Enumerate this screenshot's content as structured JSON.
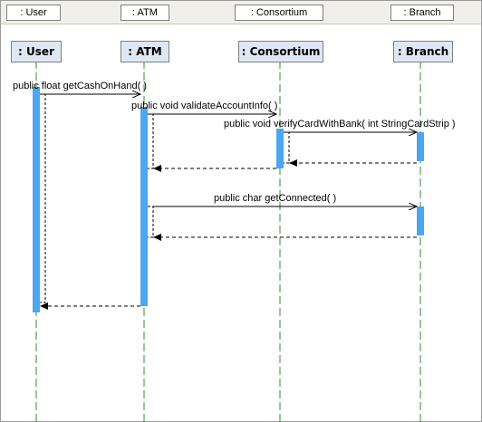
{
  "header_tabs": [
    ": User",
    ": ATM",
    ": Consortium",
    ": Branch"
  ],
  "lifelines": [
    ": User",
    ": ATM",
    ": Consortium",
    ": Branch"
  ],
  "messages": [
    {
      "label": "public float  getCashOnHand( )"
    },
    {
      "label": "public void  validateAccountInfo( )"
    },
    {
      "label": "public void  verifyCardWithBank( int StringCardStrip )"
    },
    {
      "label": "public char  getConnected( )"
    }
  ],
  "colors": {
    "lifeline": "#2f8f2f",
    "activation": "#4da6f0",
    "box_fill": "#dde8f2",
    "arrow": "#000000"
  }
}
